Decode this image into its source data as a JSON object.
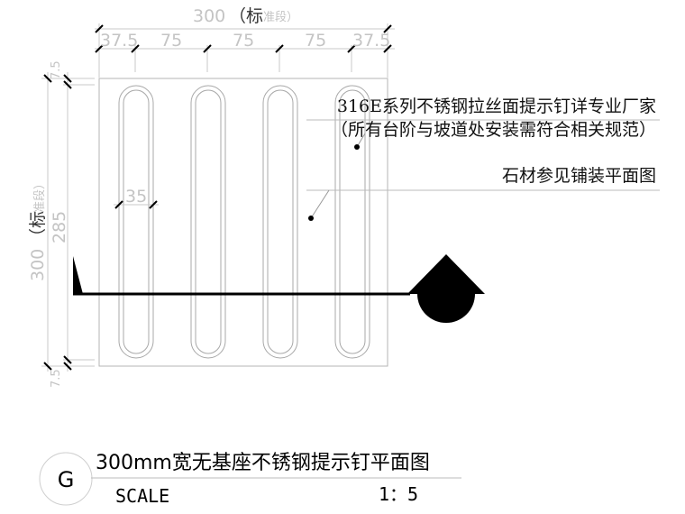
{
  "drawing": {
    "top_dimension": {
      "total": "300",
      "total_note_main": "（标",
      "total_note_sub": "准段）",
      "segments": [
        "37.5",
        "75",
        "75",
        "75",
        "37.5"
      ]
    },
    "left_dimension": {
      "top_offset": "7.5",
      "bottom_offset": "7.5",
      "inner": "285",
      "total": "300",
      "total_note_main": "（标",
      "total_note_sub": "准段）"
    },
    "bar_width_dimension": "35",
    "bar_count": 4,
    "notes": {
      "line1": "316E系列不锈钢拉丝面提示钉详专业厂家",
      "line2": "（所有台阶与坡道处安装需符合相关规范）",
      "line3": "石材参见铺装平面图"
    },
    "section_marker": "section-cut-symbol"
  },
  "title_block": {
    "label": "G",
    "title": "300mm宽无基座不锈钢提示钉平面图",
    "scale_label": "SCALE",
    "scale_value": "1：5"
  },
  "colors": {
    "dimension": "#c4c4c4",
    "linework": "#a8a8a8",
    "ink": "#000000"
  }
}
